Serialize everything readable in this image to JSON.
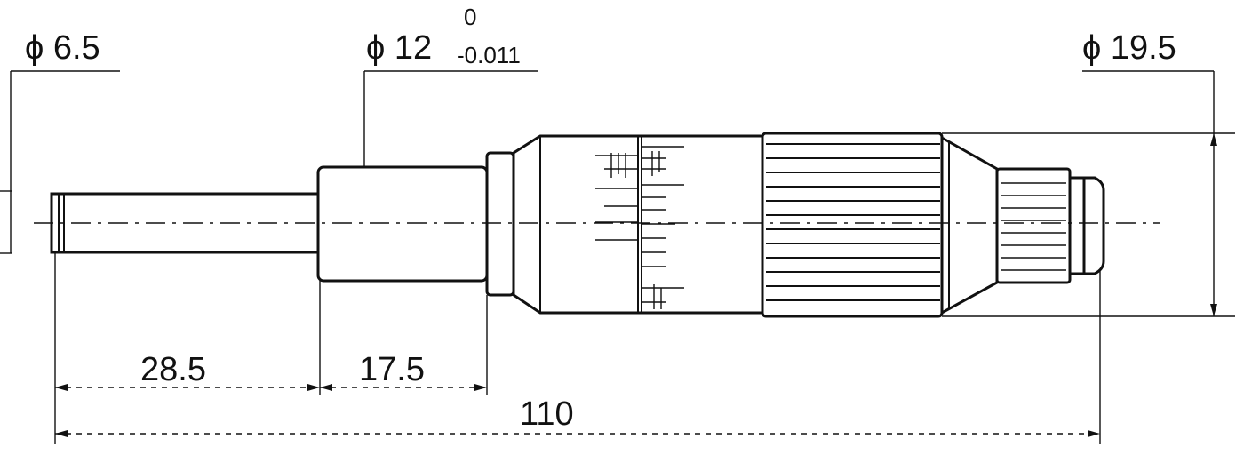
{
  "drawing": {
    "dims": {
      "spindle_diameter": "ϕ 6.5",
      "sleeve_diameter": "ϕ 12",
      "sleeve_tol_upper": "0",
      "sleeve_tol_lower": "-0.011",
      "thimble_diameter": "ϕ 19.5",
      "spindle_length": "28.5",
      "sleeve_length": "17.5",
      "overall_length": "110"
    }
  },
  "colors": {
    "ink": "#111111",
    "paper": "#ffffff"
  }
}
